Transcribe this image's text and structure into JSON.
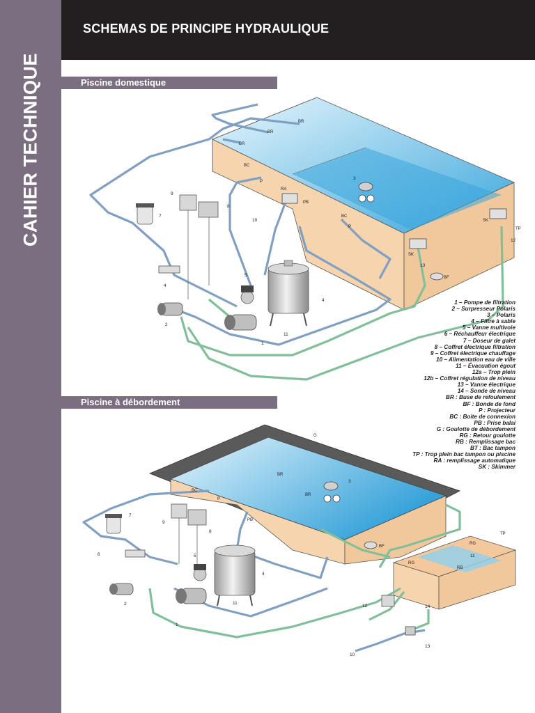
{
  "sidebar": {
    "label": "CAHIER TECHNIQUE"
  },
  "header": {
    "title": "SCHEMAS DE PRINCIPE HYDRAULIQUE"
  },
  "sections": [
    {
      "title": "Piscine domestique"
    },
    {
      "title": "Piscine à débordement"
    }
  ],
  "legend": [
    "1 – Pompe de filtration",
    "2 – Surpresseur Polaris",
    "3 – Polaris",
    "4 – Filtre à sable",
    "5 – Vanne multivoie",
    "6 – Réchauffeur électrique",
    "7 – Doseur de galet",
    "8 – Coffret électrique filtration",
    "9 – Coffret électrique chauffage",
    "10 – Alimentation eau de ville",
    "11 – Évacuation égout",
    "12a – Trop plein",
    "12b – Coffret régulation de niveau",
    "13 – Vanne électrique",
    "14 – Sonde de niveau",
    "BR : Buse de refoulement",
    "BF : Bonde de fond",
    "P : Projecteur",
    "BC : Boite de connexion",
    "PB : Prise balai",
    "G : Goulotte de débordement",
    "RG : Retour goulotte",
    "RB : Remplissage bac",
    "BT : Bac tampon",
    "TP : Trop plein bac tampon ou piscine",
    "RA : remplissage automatique",
    "SK : Skimmer"
  ],
  "diagram1": {
    "labels": {
      "br1": "BR",
      "br2": "BR",
      "br3": "BR",
      "bc": "BC",
      "p1": "P",
      "ra": "RA",
      "pb": "PB",
      "bc2": "BC",
      "p2": "P",
      "sk1": "SK",
      "sk2": "SK",
      "tp": "TP",
      "bf": "BF"
    },
    "numbers": {
      "n1": "1",
      "n2": "2",
      "n3": "3",
      "n4": "4",
      "n4b": "4",
      "n5": "5",
      "n7": "7",
      "n8": "8",
      "n9": "9",
      "n10": "10",
      "n11": "11",
      "n12": "12",
      "n13": "13"
    }
  },
  "diagram2": {
    "labels": {
      "g": "G",
      "br1": "BR",
      "br2": "BR",
      "bc": "BC",
      "p": "P",
      "pb": "PB",
      "bf": "BF",
      "rg1": "RG",
      "rg2": "RG",
      "rb": "RB",
      "tp": "TP"
    },
    "numbers": {
      "n1": "1",
      "n2": "2",
      "n3": "3",
      "n4": "4",
      "n5": "5",
      "n6": "6",
      "n7": "7",
      "n8": "8",
      "n9": "9",
      "n10": "10",
      "n11": "11",
      "n12": "12",
      "n13": "13",
      "n14": "14",
      "n15": "11"
    }
  },
  "colors": {
    "sidebar": "#7b6e80",
    "header": "#231f20",
    "water": "#5fb8e3",
    "pool_wall": "#f6d4ad",
    "pipe_blue": "#7f9fc4",
    "pipe_green": "#7fbf9a"
  }
}
